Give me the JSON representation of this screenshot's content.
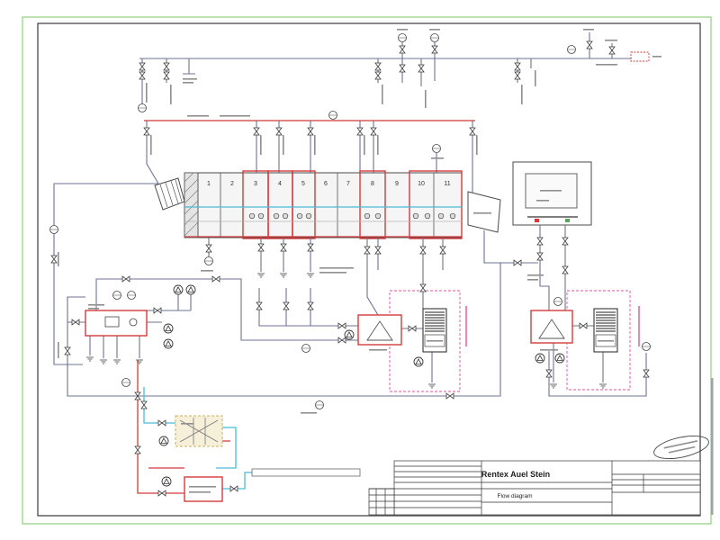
{
  "process": {
    "tank_numbers": [
      "1",
      "2",
      "3",
      "4",
      "5",
      "6",
      "7",
      "8",
      "9",
      "10",
      "11"
    ]
  },
  "title_block": {
    "project": "Rentex Auel Stein",
    "drawing_title": "Flow diagram"
  },
  "colors": {
    "process_line": "#6e7391",
    "hot_line": "#d23b3b",
    "water_line": "#49bcd6",
    "boundary_dashed": "#e0529f",
    "sheet_border": "#a6d898"
  }
}
